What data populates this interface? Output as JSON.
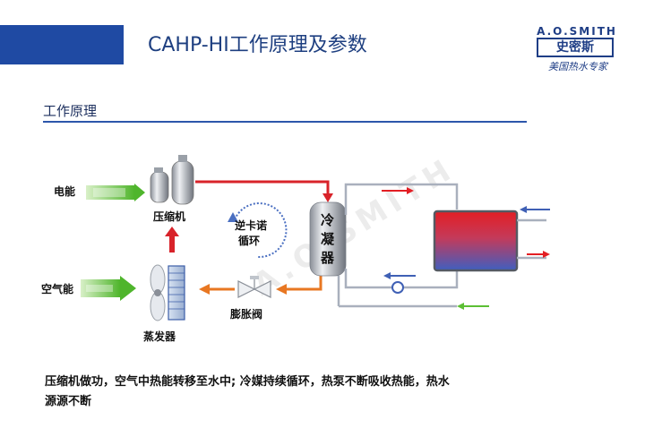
{
  "header": {
    "title": "CAHP-HI工作原理及参数",
    "accent_color": "#1f4aa3"
  },
  "brand": {
    "name": "A.O.SMITH",
    "name_cn": "史密斯",
    "tagline": "美国热水专家"
  },
  "section": {
    "heading": "工作原理"
  },
  "diagram": {
    "electric_energy": "电能",
    "air_energy": "空气能",
    "compressor": "压缩机",
    "evaporator": "蒸发器",
    "expansion_valve": "膨胀阀",
    "reverse_cycle_line1": "逆卡诺",
    "reverse_cycle_line2": "循环",
    "condenser_line1": "冷",
    "condenser_line2": "凝",
    "condenser_line3": "器",
    "watermark": "A.O.SMITH",
    "colors": {
      "hot_refrigerant": "#d8232a",
      "cold_refrigerant": "#e87722",
      "energy_arrow": "#5cbf34",
      "water_pipe": "#a9b0bd",
      "hot_water": "#e31e24",
      "cold_water": "#3f60b5"
    }
  },
  "caption": {
    "line1": "压缩机做功，空气中热能转移至水中; 冷媒持续循环，热泵不断吸收热能，热水",
    "line2": "源源不断"
  }
}
